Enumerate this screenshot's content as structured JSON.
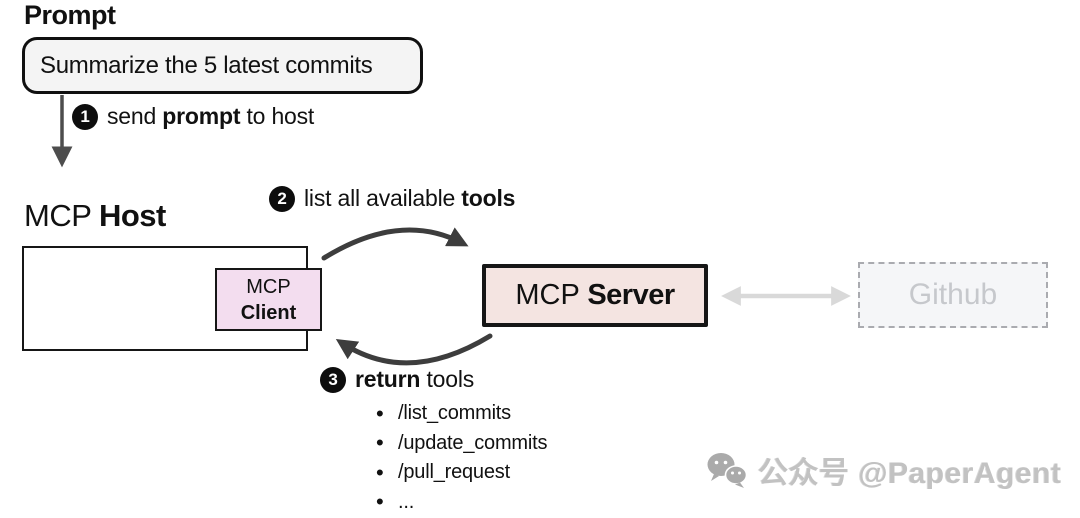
{
  "diagram": {
    "title": "Prompt",
    "prompt_box": {
      "text": "Summarize the 5 latest commits"
    },
    "steps": {
      "step1": {
        "badge": "1",
        "pre": "send ",
        "bold": "prompt",
        "post": " to host"
      },
      "step2": {
        "badge": "2",
        "pre": "list all available ",
        "bold": "tools",
        "post": ""
      },
      "step3": {
        "badge": "3",
        "pre": "",
        "bold": "return",
        "post": " tools"
      }
    },
    "nodes": {
      "host": {
        "prefix": "MCP ",
        "bold": "Host"
      },
      "client": {
        "line1": "MCP",
        "line2": "Client"
      },
      "server": {
        "prefix": "MCP ",
        "bold": "Server"
      },
      "github": {
        "label": "Github"
      }
    },
    "tools": [
      "/list_commits",
      "/update_commits",
      "/pull_request",
      "..."
    ],
    "watermark": {
      "icon": "wechat-icon",
      "text": "公众号 @PaperAgent"
    },
    "colors": {
      "prompt_fill": "#f4f4f4",
      "client_fill": "#f3ddef",
      "server_fill": "#f4e4e1",
      "github_fill": "#f5f6f8",
      "github_text": "#c6c8cc",
      "arrow_dark": "#3d3d3d",
      "arrow_medium": "#4d4d4d",
      "arrow_light": "#d9d9d9",
      "watermark_gray": "#c2c2c2"
    }
  }
}
